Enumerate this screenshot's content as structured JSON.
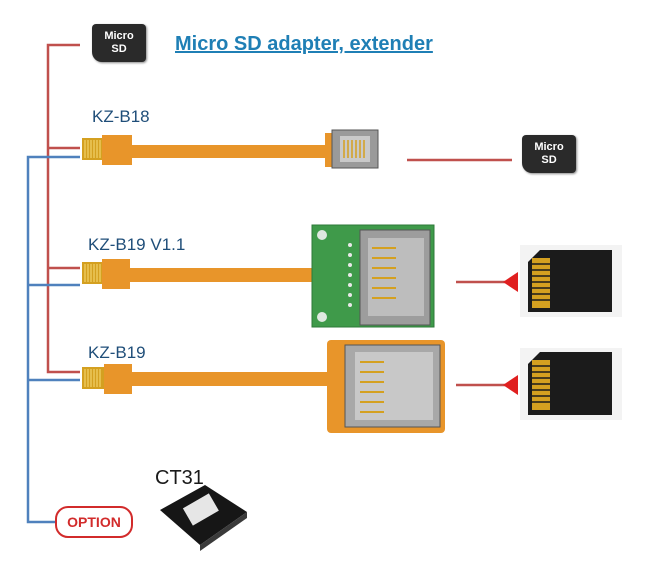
{
  "title": "Micro SD adapter, extender",
  "products": [
    {
      "model": "KZ-B18"
    },
    {
      "model": "KZ-B19 V1.1"
    },
    {
      "model": "KZ-B19"
    }
  ],
  "option": {
    "label": "OPTION",
    "model": "CT31"
  },
  "micro_sd_card": {
    "line1": "Micro",
    "line2": "SD"
  },
  "colors": {
    "red_line": "#c0504d",
    "blue_line": "#4f81bd",
    "flex_cable": "#e8952a",
    "gold_contact": "#e0b030",
    "green_pcb": "#3f9a4a",
    "option_red": "#d22b2b",
    "title_blue": "#1f7fb5"
  }
}
